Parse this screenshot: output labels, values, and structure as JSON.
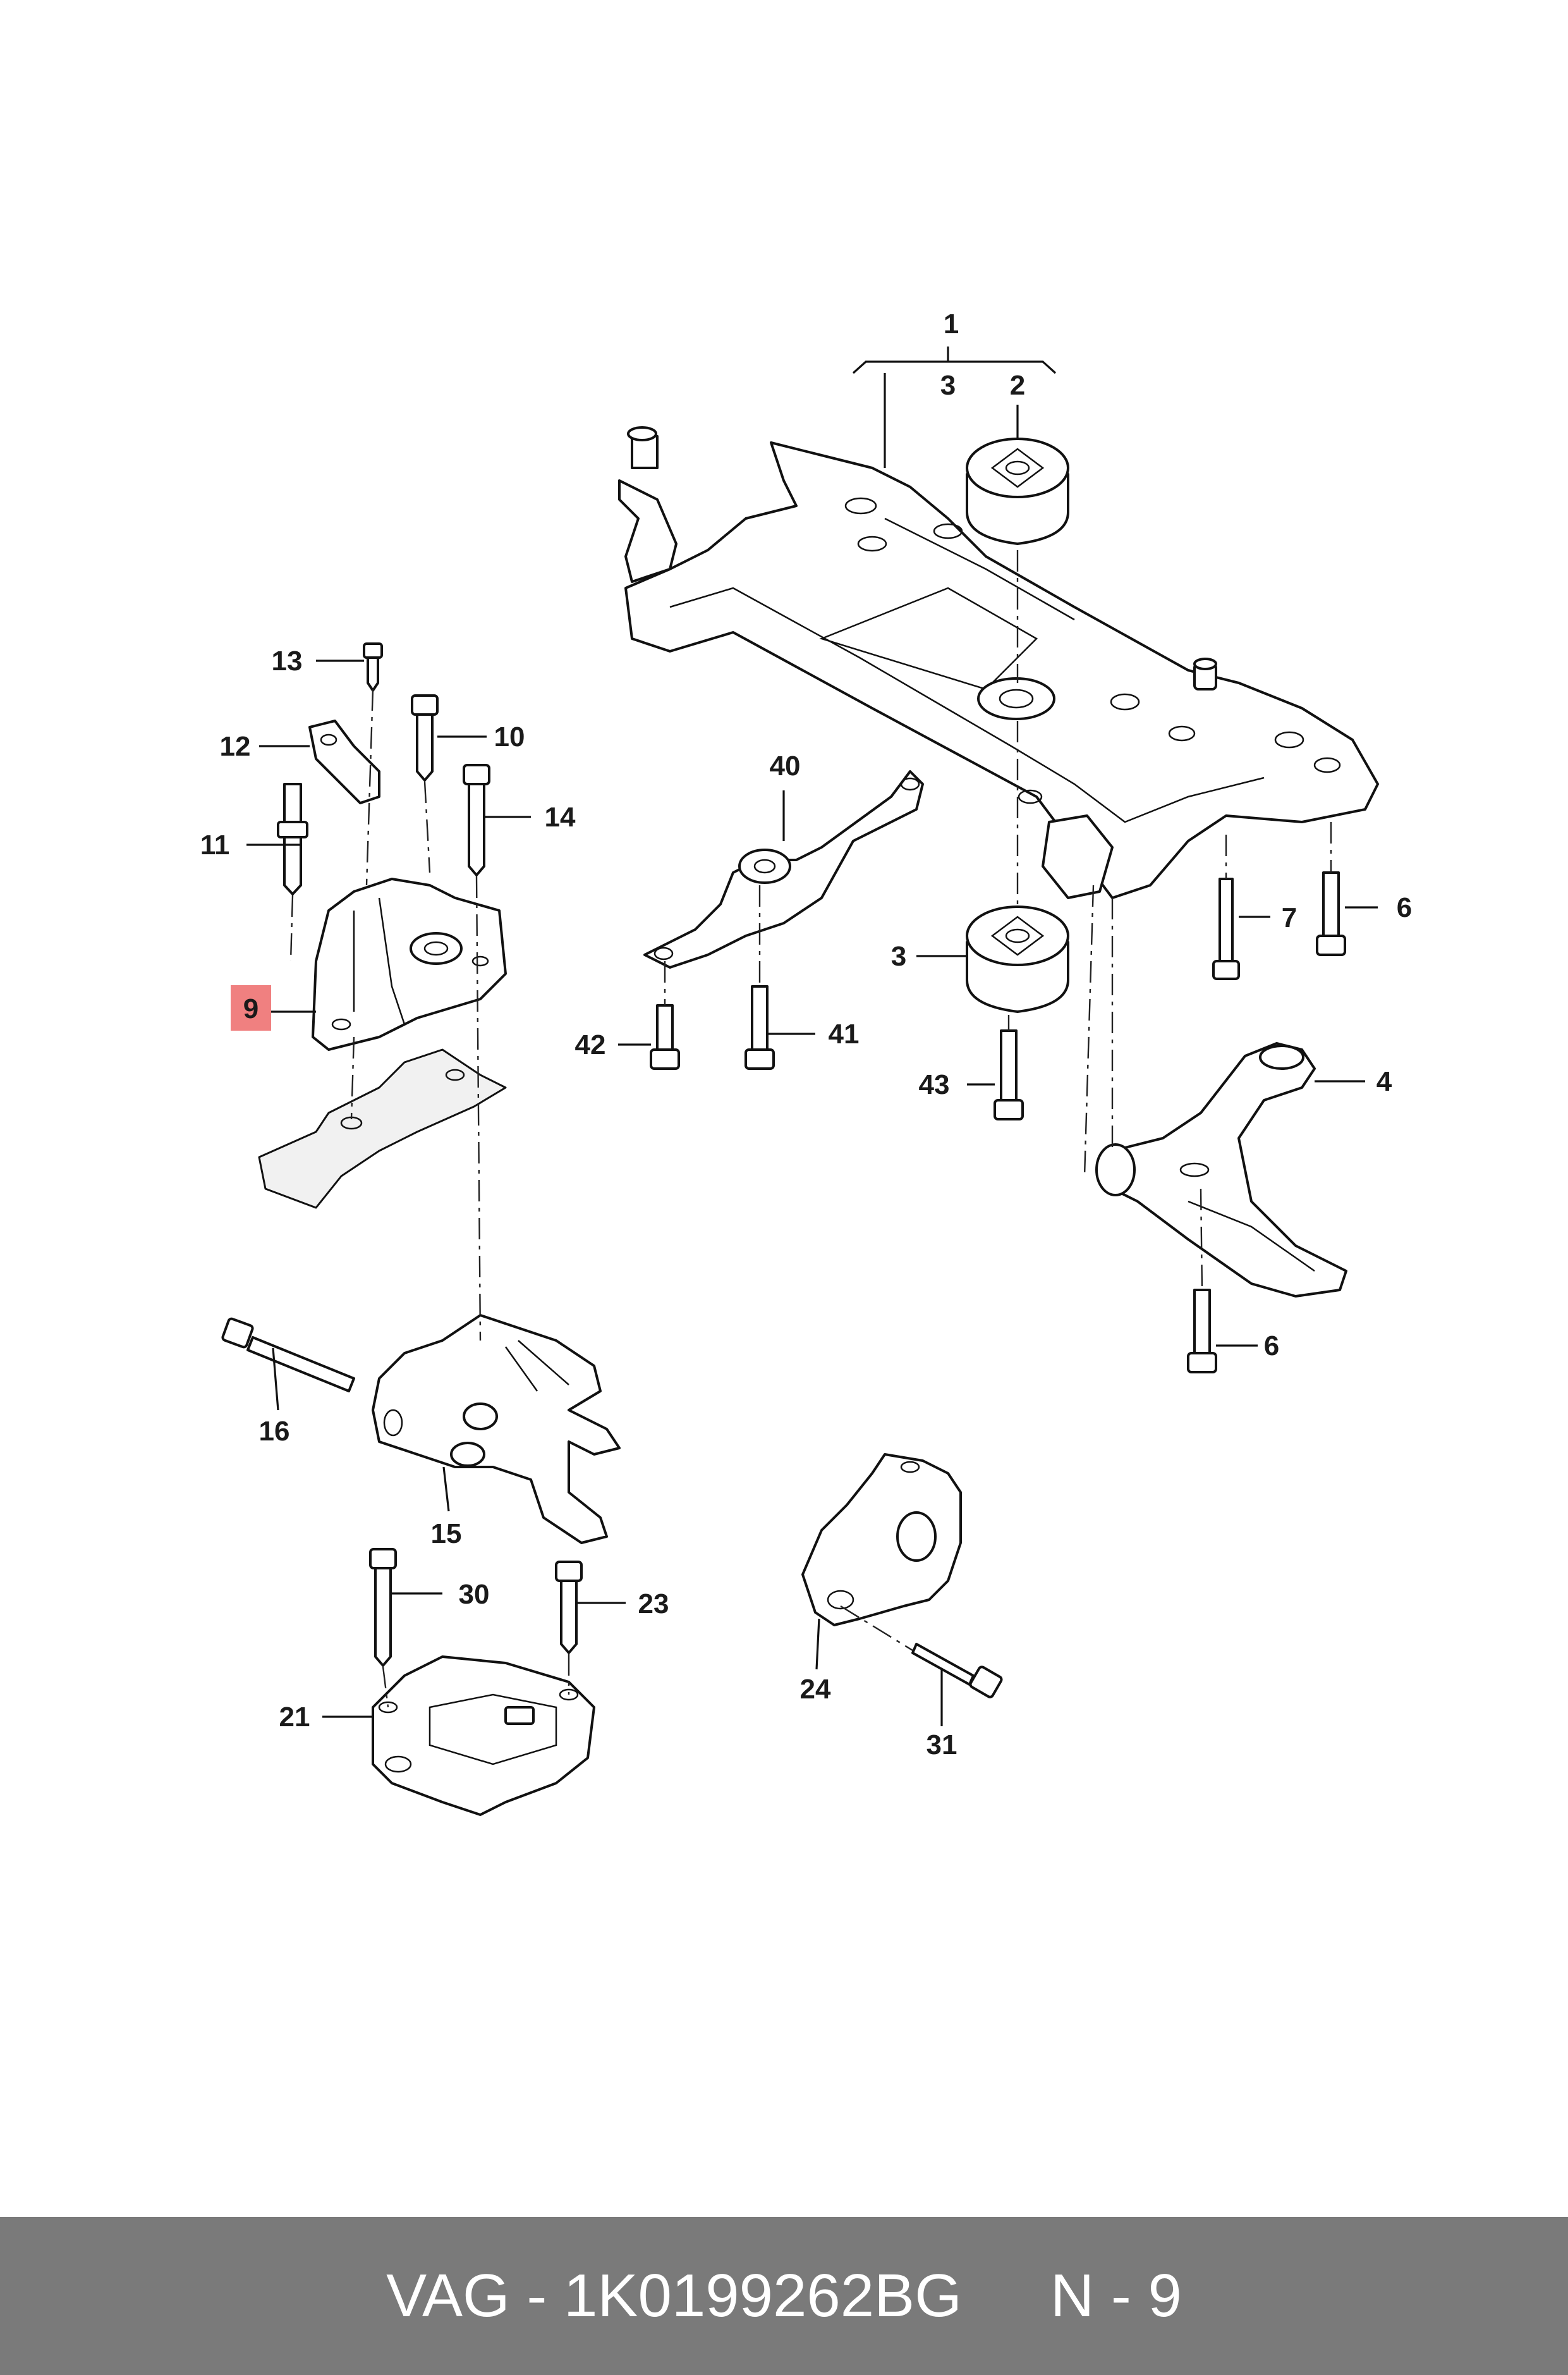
{
  "callouts": {
    "c1": "1",
    "c2": "2",
    "c3a": "3",
    "c3b": "3",
    "c4": "4",
    "c6a": "6",
    "c6b": "6",
    "c7": "7",
    "c9": "9",
    "c10": "10",
    "c11": "11",
    "c12": "12",
    "c13": "13",
    "c14": "14",
    "c15": "15",
    "c16": "16",
    "c21": "21",
    "c23": "23",
    "c24": "24",
    "c30": "30",
    "c31": "31",
    "c40": "40",
    "c41": "41",
    "c42": "42",
    "c43": "43"
  },
  "highlight_color": "#f08080",
  "footer": {
    "part_code": "VAG - 1K0199262BG",
    "position": "N - 9"
  }
}
